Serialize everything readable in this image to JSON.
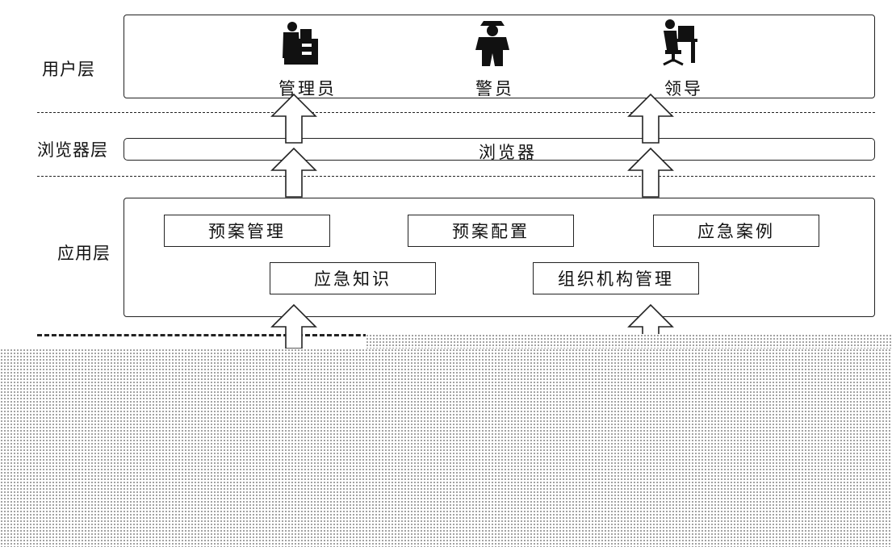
{
  "layers": {
    "user": "用户层",
    "browser": "浏览器层",
    "application": "应用层"
  },
  "users": [
    {
      "label": "管理员",
      "icon": "administrator-icon"
    },
    {
      "label": "警员",
      "icon": "police-officer-icon"
    },
    {
      "label": "领导",
      "icon": "leader-icon"
    }
  ],
  "browser": {
    "label": "浏览器"
  },
  "modules": [
    {
      "label": "预案管理"
    },
    {
      "label": "预案配置"
    },
    {
      "label": "应急案例"
    },
    {
      "label": "应急知识"
    },
    {
      "label": "组织机构管理"
    }
  ],
  "colors": {
    "line": "#222222",
    "fill": "#ffffff",
    "silhouette": "#111111",
    "texture": "#8a8a8a"
  }
}
